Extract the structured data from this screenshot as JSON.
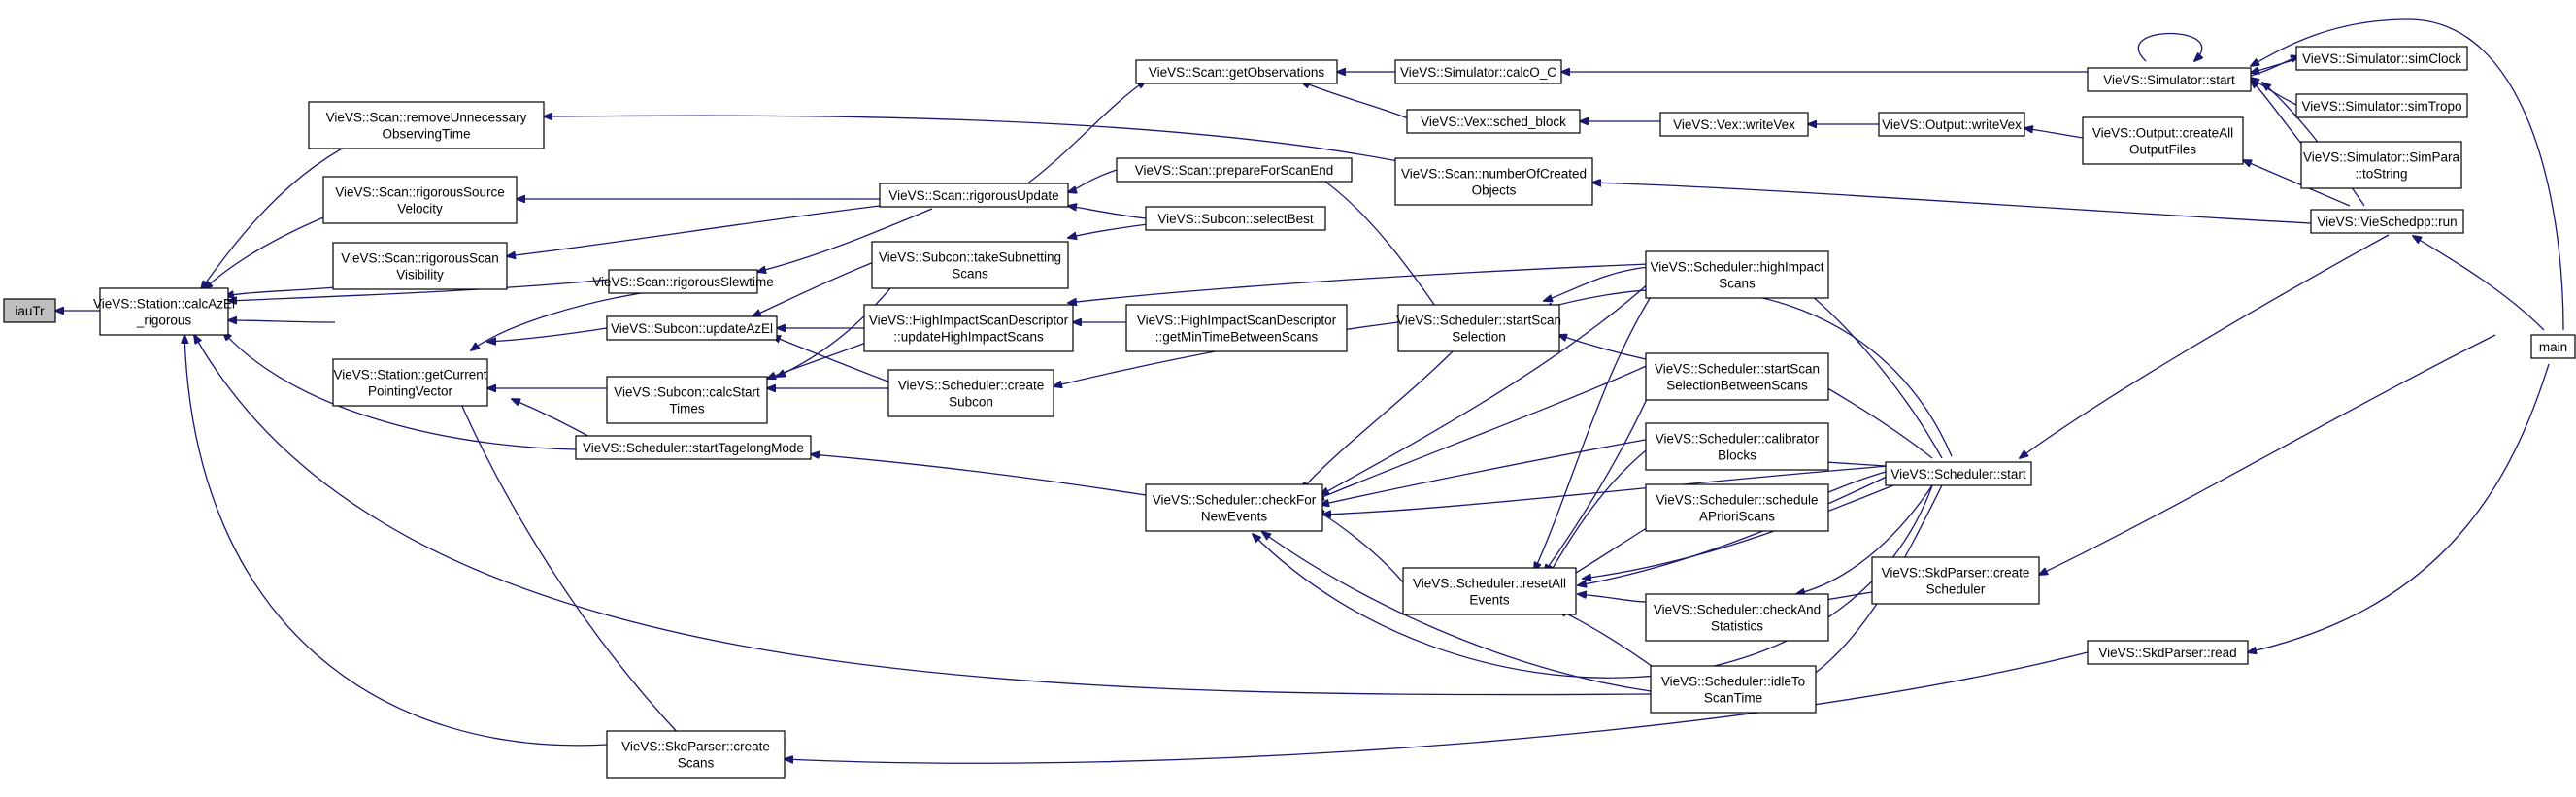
{
  "graph": {
    "nodes": {
      "iauTr": [
        "iauTr"
      ],
      "calcAzEl": [
        "VieVS::Station::calcAzEl",
        "_rigorous"
      ],
      "removeUnnecessary": [
        "VieVS::Scan::removeUnnecessary",
        "ObservingTime"
      ],
      "rigorousSourceVel": [
        "VieVS::Scan::rigorousSource",
        "Velocity"
      ],
      "rigorousScanVis": [
        "VieVS::Scan::rigorousScan",
        "Visibility"
      ],
      "getCurrentPointing": [
        "VieVS::Station::getCurrent",
        "PointingVector"
      ],
      "createScans": [
        "VieVS::SkdParser::create",
        "Scans"
      ],
      "getObservations": [
        "VieVS::Scan::getObservations"
      ],
      "rigorousUpdate": [
        "VieVS::Scan::rigorousUpdate"
      ],
      "rigorousSlewtime": [
        "VieVS::Scan::rigorousSlewtime"
      ],
      "updateAzEl": [
        "VieVS::Subcon::updateAzEl"
      ],
      "calcStartTimes": [
        "VieVS::Subcon::calcStart",
        "Times"
      ],
      "startTagelong": [
        "VieVS::Scheduler::startTagelongMode"
      ],
      "prepareForScanEnd": [
        "VieVS::Scan::prepareForScanEnd"
      ],
      "selectBest": [
        "VieVS::Subcon::selectBest"
      ],
      "takeSubnetting": [
        "VieVS::Subcon::takeSubnetting",
        "Scans"
      ],
      "updateHighImpact": [
        "VieVS::HighImpactScanDescriptor",
        "::updateHighImpactScans"
      ],
      "getMinTime": [
        "VieVS::HighImpactScanDescriptor",
        "::getMinTimeBetweenScans"
      ],
      "createSubcon": [
        "VieVS::Scheduler::create",
        "Subcon"
      ],
      "checkForNewEvents": [
        "VieVS::Scheduler::checkFor",
        "NewEvents"
      ],
      "calcO_C": [
        "VieVS::Simulator::calcO_C"
      ],
      "schedBlock": [
        "VieVS::Vex::sched_block"
      ],
      "numberOfCreated": [
        "VieVS::Scan::numberOfCreated",
        "Objects"
      ],
      "startScanSelection": [
        "VieVS::Scheduler::startScan",
        "Selection"
      ],
      "resetAllEvents": [
        "VieVS::Scheduler::resetAll",
        "Events"
      ],
      "writeVexVex": [
        "VieVS::Vex::writeVex"
      ],
      "highImpactScans": [
        "VieVS::Scheduler::highImpact",
        "Scans"
      ],
      "startScanSelBetween": [
        "VieVS::Scheduler::startScan",
        "SelectionBetweenScans"
      ],
      "calibratorBlocks": [
        "VieVS::Scheduler::calibrator",
        "Blocks"
      ],
      "scheduleAPriori": [
        "VieVS::Scheduler::schedule",
        "APrioriScans"
      ],
      "checkAndStatistics": [
        "VieVS::Scheduler::checkAnd",
        "Statistics"
      ],
      "idleToScanTime": [
        "VieVS::Scheduler::idleTo",
        "ScanTime"
      ],
      "outputWriteVex": [
        "VieVS::Output::writeVex"
      ],
      "schedulerStart": [
        "VieVS::Scheduler::start"
      ],
      "skdCreateScheduler": [
        "VieVS::SkdParser::create",
        "Scheduler"
      ],
      "skdRead": [
        "VieVS::SkdParser::read"
      ],
      "simStart": [
        "VieVS::Simulator::start"
      ],
      "createAllOutput": [
        "VieVS::Output::createAll",
        "OutputFiles"
      ],
      "simClock": [
        "VieVS::Simulator::simClock"
      ],
      "simTropo": [
        "VieVS::Simulator::simTropo"
      ],
      "simParaToString": [
        "VieVS::Simulator::SimPara",
        "::toString"
      ],
      "vieSchedRun": [
        "VieVS::VieSchedpp::run"
      ],
      "main": [
        "main"
      ]
    }
  }
}
